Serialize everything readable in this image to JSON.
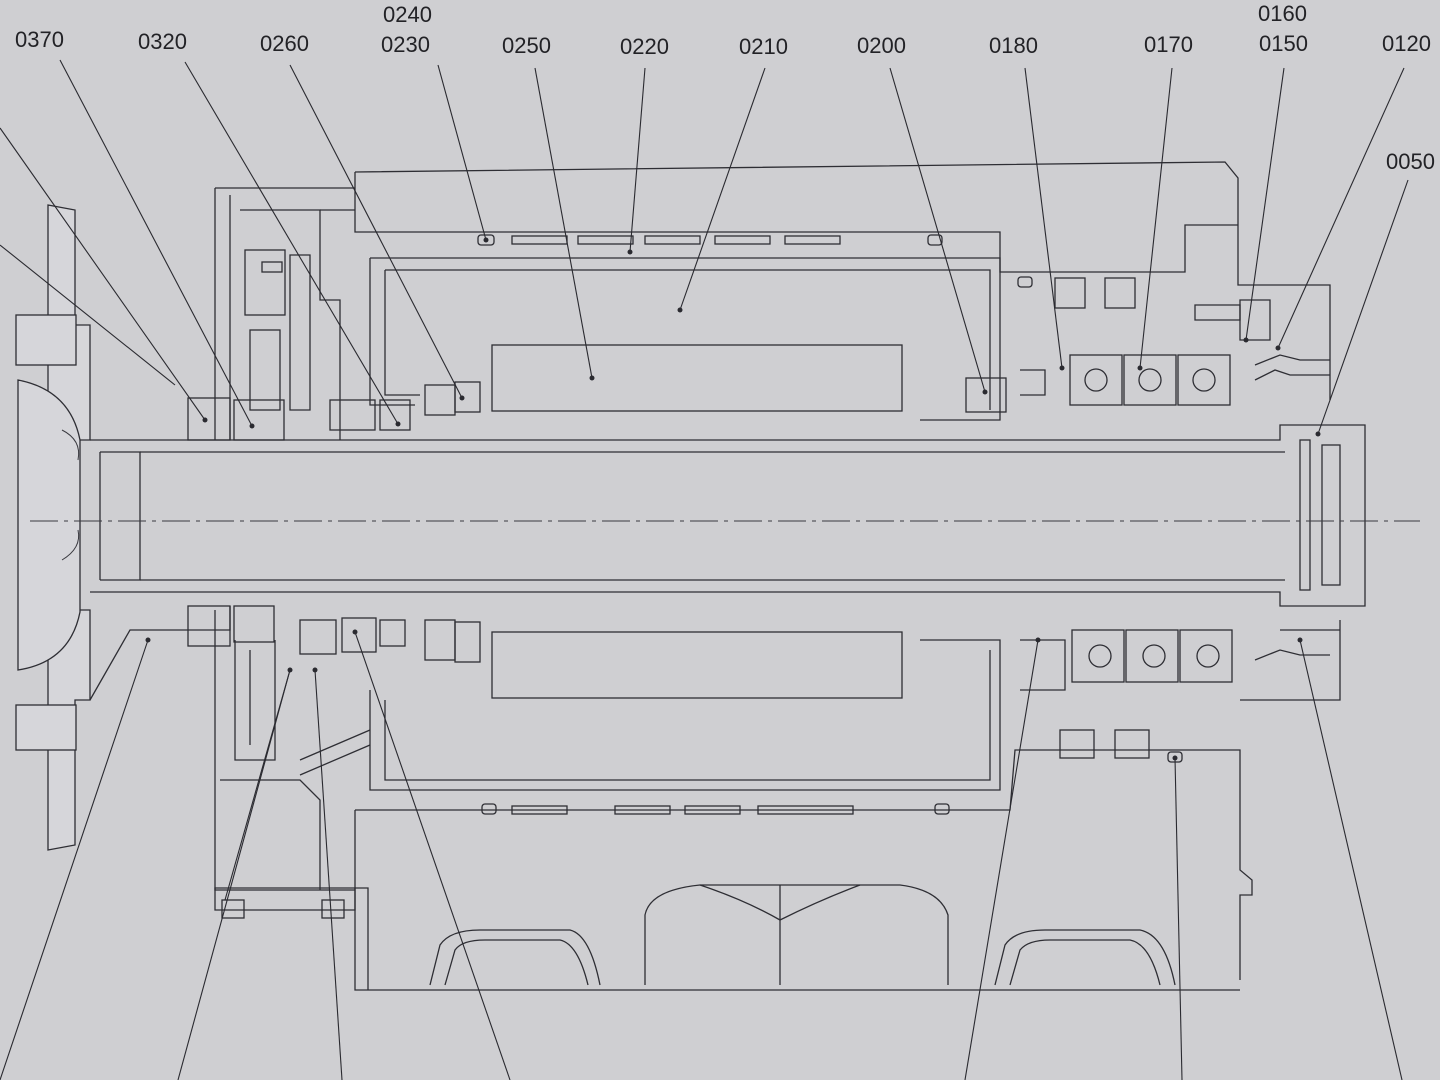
{
  "drawing": {
    "callouts": [
      {
        "id": "c0370",
        "label": "0370"
      },
      {
        "id": "c0320",
        "label": "0320"
      },
      {
        "id": "c0260",
        "label": "0260"
      },
      {
        "id": "c0240",
        "label": "0240"
      },
      {
        "id": "c0230",
        "label": "0230"
      },
      {
        "id": "c0250",
        "label": "0250"
      },
      {
        "id": "c0220",
        "label": "0220"
      },
      {
        "id": "c0210",
        "label": "0210"
      },
      {
        "id": "c0200",
        "label": "0200"
      },
      {
        "id": "c0180",
        "label": "0180"
      },
      {
        "id": "c0170",
        "label": "0170"
      },
      {
        "id": "c0160",
        "label": "0160"
      },
      {
        "id": "c0150",
        "label": "0150"
      },
      {
        "id": "c0120",
        "label": "0120"
      },
      {
        "id": "c0050",
        "label": "0050"
      }
    ]
  }
}
